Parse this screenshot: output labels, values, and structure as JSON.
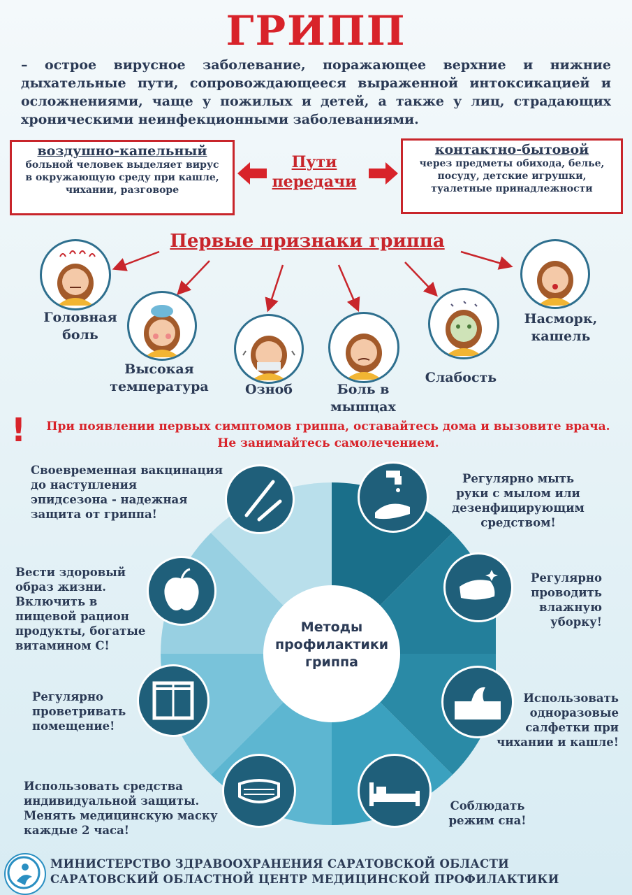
{
  "header": {
    "title": "ГРИПП",
    "definition": "– острое вирусное заболевание, поражающее верхние и нижние дыхательные пути, сопровождающееся выраженной интоксикацией и осложнениями, чаще у пожилых и детей, а также у лиц, страдающих хроническими неинфекционными заболеваниями."
  },
  "transmission": {
    "title_line1": "Пути",
    "title_line2": "передачи",
    "left": {
      "heading": "воздушно-капельный",
      "line1": "больной человек выделяет вирус",
      "line2": "в окружающую среду при кашле,",
      "line3": "чихании, разговоре"
    },
    "right": {
      "heading": "контактно-бытовой",
      "line1": "через предметы обихода, белье,",
      "line2": "посуду, детские игрушки,",
      "line3": "туалетные принадлежности"
    }
  },
  "symptoms": {
    "title": "Первые признаки гриппа",
    "items": [
      {
        "line1": "Головная",
        "line2": "боль"
      },
      {
        "line1": "Высокая",
        "line2": "температура"
      },
      {
        "line1": "Озноб",
        "line2": ""
      },
      {
        "line1": "Боль в",
        "line2": "мышцах"
      },
      {
        "line1": "Слабость",
        "line2": ""
      },
      {
        "line1": "Насморк,",
        "line2": "кашель"
      }
    ]
  },
  "warning": {
    "mark": "!",
    "line1": "При появлении первых симптомов гриппа, оставайтесь дома и вызовите врача.",
    "line2": "Не занимайтесь самолечением."
  },
  "prevention": {
    "center_line1": "Методы",
    "center_line2": "профилактики",
    "center_line3": "гриппа",
    "tips": [
      {
        "lines": [
          "Своевременная вакцинация",
          "до наступления",
          "эпидсезона - надежная",
          "защита от гриппа!"
        ],
        "icon": "syringe-icon"
      },
      {
        "lines": [
          "Вести здоровый",
          "образ жизни.",
          "Включить в",
          "пищевой рацион",
          "продукты, богатые",
          "витамином С!"
        ],
        "icon": "apple-icon"
      },
      {
        "lines": [
          "Регулярно",
          "проветривать",
          "помещение!"
        ],
        "icon": "window-icon"
      },
      {
        "lines": [
          "Использовать средства",
          "индивидуальной защиты.",
          "Менять медицинскую маску",
          "каждые 2 часа!"
        ],
        "icon": "mask-icon"
      },
      {
        "lines": [
          "Регулярно мыть",
          "руки с мылом или",
          "дезенфицирующим",
          "средством!"
        ],
        "icon": "hand-wash-icon"
      },
      {
        "lines": [
          "Регулярно",
          "проводить",
          "влажную",
          "уборку!"
        ],
        "icon": "cleaning-cloth-icon"
      },
      {
        "lines": [
          "Использовать",
          "одноразовые",
          "салфетки при",
          "чихании и кашле!"
        ],
        "icon": "tissue-box-icon"
      },
      {
        "lines": [
          "Соблюдать",
          "режим сна!"
        ],
        "icon": "bed-icon"
      }
    ]
  },
  "footer": {
    "line1": "МИНИСТЕРСТВО ЗДРАВООХРАНЕНИЯ САРАТОВСКОЙ ОБЛАСТИ",
    "line2": "САРАТОВСКИЙ ОБЛАСТНОЙ ЦЕНТР МЕДИЦИНСКОЙ ПРОФИЛАКТИКИ"
  },
  "colors": {
    "title_red": "#d8232a",
    "text_navy": "#2b3a55",
    "wheel_dark": "#1f6f8b",
    "wheel_light": "#a9d3e3"
  }
}
